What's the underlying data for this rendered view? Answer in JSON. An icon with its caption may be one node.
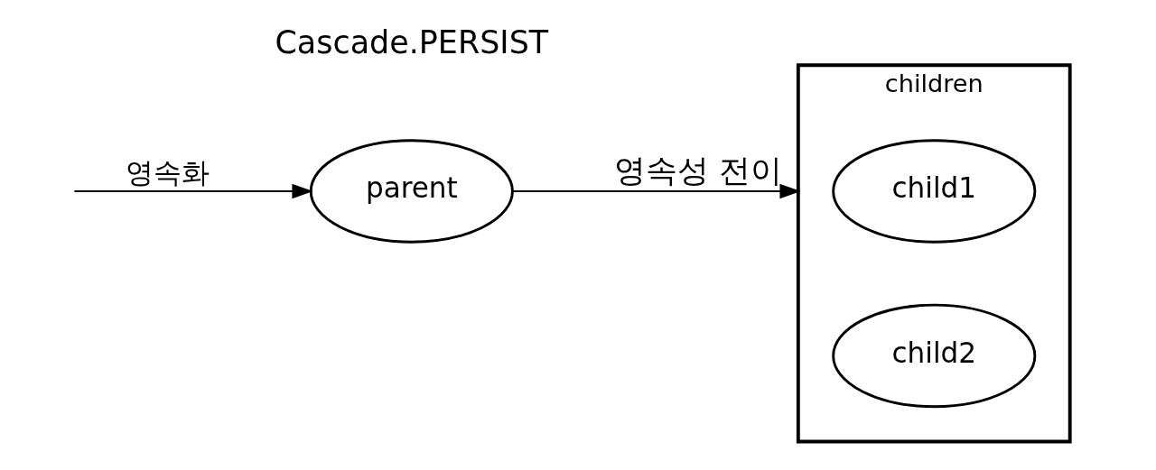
{
  "diagram": {
    "nodes": [
      {
        "text": [
          "parent"
        ]
      },
      {
        "text": [
          "children"
        ]
      },
      {
        "text": [
          "child1"
        ],
        "in": 1
      },
      {
        "text": [
          "child2"
        ],
        "in": 1
      }
    ],
    "edges": [
      {
        "from": null,
        "to": 0,
        "arrow": "to",
        "label": "영속화"
      },
      {
        "from": 0,
        "to": 1,
        "arrow": "to",
        "label": "영속성 전이"
      }
    ],
    "labels": [
      "Cascade.PERSIST"
    ]
  }
}
